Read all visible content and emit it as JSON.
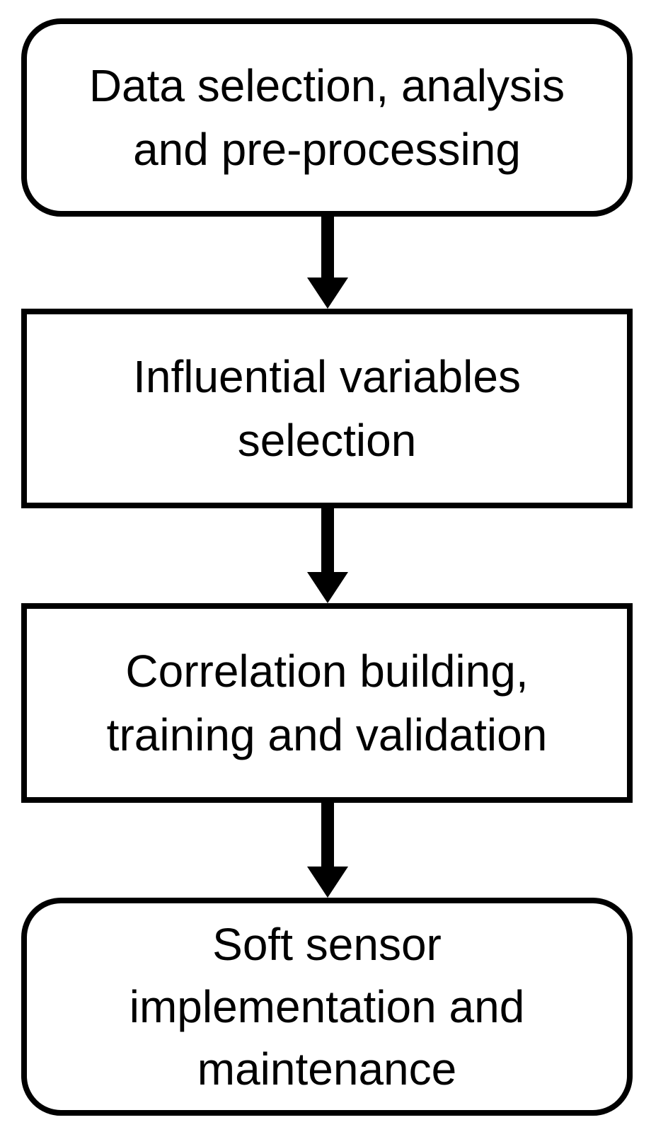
{
  "steps": [
    {
      "lines": [
        "Data selection, analysis",
        "and pre-processing"
      ],
      "shape": "rounded"
    },
    {
      "lines": [
        "Influential variables",
        "selection"
      ],
      "shape": "rect"
    },
    {
      "lines": [
        "Correlation building,",
        "training and validation"
      ],
      "shape": "rect"
    },
    {
      "lines": [
        "Soft sensor",
        "implementation and",
        "maintenance"
      ],
      "shape": "rounded"
    }
  ],
  "colors": {
    "stroke": "#000000",
    "background": "#ffffff",
    "text": "#000000"
  }
}
